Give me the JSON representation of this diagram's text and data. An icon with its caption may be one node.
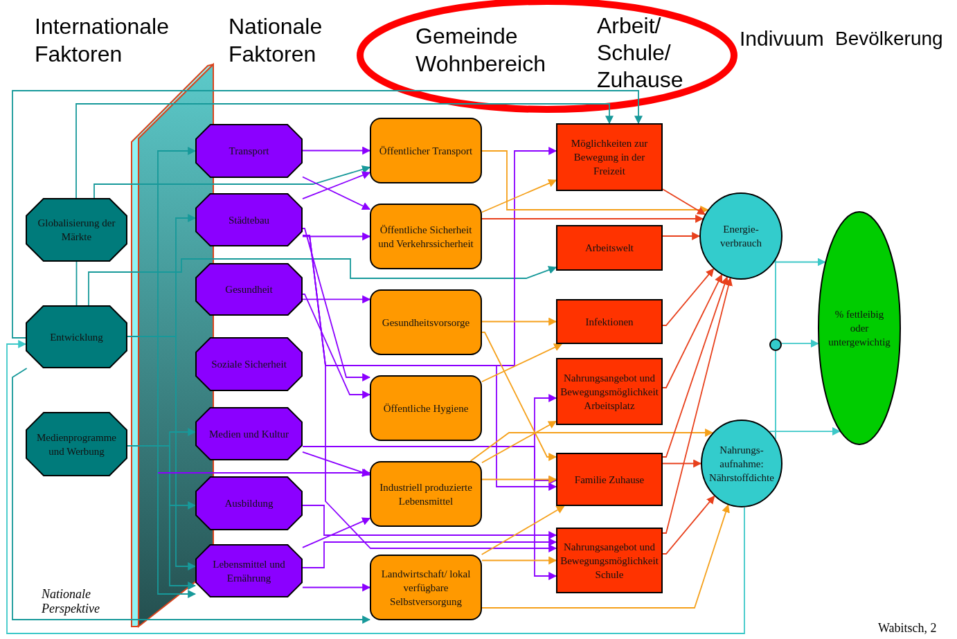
{
  "diagram": {
    "nodes": [
      {
        "text": [
          "Globalisierung der Märkte"
        ]
      },
      {
        "text": [
          "Entwicklung"
        ]
      },
      {
        "text": [
          "Medienprogramme und Werbung"
        ]
      },
      {
        "text": [
          "Transport"
        ]
      },
      {
        "text": [
          "Städtebau"
        ]
      },
      {
        "text": [
          "Gesundheit"
        ]
      },
      {
        "text": [
          "Soziale Sicherheit"
        ]
      },
      {
        "text": [
          "Medien und Kultur"
        ]
      },
      {
        "text": [
          "Ausbildung"
        ]
      },
      {
        "text": [
          "Lebensmittel und Ernährung"
        ]
      },
      {
        "text": [
          "Öffentlicher Transport"
        ]
      },
      {
        "text": [
          "Öffentliche Sicherheit und Verkehrssicherheit"
        ]
      },
      {
        "text": [
          "Gesundheitsvorsorge"
        ]
      },
      {
        "text": [
          "Öffentliche Hygiene"
        ]
      },
      {
        "text": [
          "Industriell produzierte Lebensmittel"
        ]
      },
      {
        "text": [
          "Landwirtschaft/ lokal verfügbare Selbstversorgung"
        ]
      },
      {
        "text": [
          "Möglichkeiten zur Bewegung in der Freizeit"
        ]
      },
      {
        "text": [
          "Arbeitswelt"
        ]
      },
      {
        "text": [
          "Infektionen"
        ]
      },
      {
        "text": [
          "Nahrungsangebot und Bewegungsmöglichkeit Arbeitsplatz"
        ]
      },
      {
        "text": [
          "Familie Zuhause"
        ]
      },
      {
        "text": [
          "Nahrungsangebot und Bewegungsmöglichkeit Schule"
        ]
      },
      {
        "text": [
          "Energie- verbrauch"
        ]
      },
      {
        "text": [],
        "shape": "circle"
      },
      {
        "text": [
          "Nahrungs- aufnahme: Nährstoffdichte"
        ]
      },
      {
        "text": [
          "% fettleibig oder untergewichtig"
        ]
      }
    ],
    "edges": [
      {
        "from": 0,
        "to": 16,
        "arrow": "to",
        "color": "#17999a"
      },
      {
        "from": 1,
        "to": 16,
        "arrow": "to",
        "color": "#17999a"
      },
      {
        "from": 0,
        "to": 10,
        "arrow": "to",
        "color": "#17999a"
      },
      {
        "from": 0,
        "to": 1,
        "arrow": "none",
        "color": "#17999a"
      },
      {
        "from": 1,
        "to": 17,
        "arrow": "to",
        "color": "#17999a"
      },
      {
        "from": 1,
        "to": 3,
        "arrow": "to",
        "color": "#17999a"
      },
      {
        "from": 1,
        "to": 4,
        "arrow": "to",
        "color": "#17999a"
      },
      {
        "from": 1,
        "to": 9,
        "arrow": "to",
        "color": "#17999a"
      },
      {
        "from": 1,
        "to": 9,
        "arrow": "to",
        "color": "#17999a"
      },
      {
        "from": 2,
        "to": 7,
        "arrow": "to",
        "color": "#17999a"
      },
      {
        "from": 2,
        "to": 8,
        "arrow": "to",
        "color": "#17999a"
      },
      {
        "from": 2,
        "to": 9,
        "arrow": "to",
        "color": "#17999a"
      },
      {
        "from": 1,
        "to": 15,
        "arrow": "to",
        "color": "#17999a"
      },
      {
        "from": 3,
        "to": 10,
        "arrow": "to"
      },
      {
        "from": 3,
        "to": 11,
        "arrow": "to"
      },
      {
        "from": 4,
        "to": 10,
        "arrow": "to"
      },
      {
        "from": 4,
        "to": 11,
        "arrow": "to"
      },
      {
        "from": 4,
        "to": 13,
        "arrow": "to"
      },
      {
        "from": 5,
        "to": 12,
        "arrow": "to"
      },
      {
        "from": 5,
        "to": 13,
        "arrow": "to"
      },
      {
        "from": 7,
        "to": 14,
        "arrow": "to"
      },
      {
        "from": 7,
        "to": 19,
        "arrow": "to"
      },
      {
        "from": 7,
        "to": 20,
        "arrow": "to"
      },
      {
        "from": 7,
        "to": 21,
        "arrow": "to"
      },
      {
        "from": null,
        "to": 14,
        "arrow": "to"
      },
      {
        "from": 8,
        "to": 21,
        "arrow": "to"
      },
      {
        "from": 9,
        "to": 14,
        "arrow": "to"
      },
      {
        "from": 9,
        "to": 15,
        "arrow": "to"
      },
      {
        "from": 9,
        "to": 21,
        "arrow": "to"
      },
      {
        "from": 4,
        "to": 16,
        "arrow": "to"
      },
      {
        "from": 4,
        "to": 20,
        "arrow": "to"
      },
      {
        "from": 4,
        "to": 21,
        "arrow": "to"
      },
      {
        "from": 10,
        "to": 22,
        "arrow": "to",
        "color": "#f5a01a"
      },
      {
        "from": 11,
        "to": 16,
        "arrow": "to",
        "color": "#f5a01a"
      },
      {
        "from": 11,
        "to": 22,
        "arrow": "to",
        "color": "#e8401c"
      },
      {
        "from": 12,
        "to": 18,
        "arrow": "to",
        "color": "#f5a01a"
      },
      {
        "from": 12,
        "to": 20,
        "arrow": "to",
        "color": "#f5a01a"
      },
      {
        "from": 13,
        "to": 18,
        "arrow": "to",
        "color": "#f5a01a"
      },
      {
        "from": 14,
        "to": 19,
        "arrow": "to",
        "color": "#f5a01a"
      },
      {
        "from": 14,
        "to": 24,
        "arrow": "to",
        "color": "#f5a01a"
      },
      {
        "from": 14,
        "to": 20,
        "arrow": "to",
        "color": "#f5a01a"
      },
      {
        "from": 15,
        "to": 20,
        "arrow": "to",
        "color": "#f5a01a"
      },
      {
        "from": 15,
        "to": 21,
        "arrow": "to",
        "color": "#f5a01a"
      },
      {
        "from": 15,
        "to": 24,
        "arrow": "to",
        "color": "#f5a01a"
      },
      {
        "from": 16,
        "to": 22,
        "arrow": "to",
        "color": "#e8401c"
      },
      {
        "from": 17,
        "to": 22,
        "arrow": "to",
        "color": "#e8401c"
      },
      {
        "from": 18,
        "to": 22,
        "arrow": "to",
        "color": "#e8401c"
      },
      {
        "from": 19,
        "to": 22,
        "arrow": "to",
        "color": "#e8401c"
      },
      {
        "from": 20,
        "to": 22,
        "arrow": "to",
        "color": "#e8401c"
      },
      {
        "from": 21,
        "to": 22,
        "arrow": "to",
        "color": "#e8401c"
      },
      {
        "from": 20,
        "to": 24,
        "arrow": "to",
        "color": "#e8401c"
      },
      {
        "from": 21,
        "to": 24,
        "arrow": "to",
        "color": "#e8401c"
      },
      {
        "from": 22,
        "to": 25,
        "arrow": "to",
        "color": "#3cc8c8"
      },
      {
        "from": 22,
        "to": 23,
        "arrow": "none",
        "color": "#3cc8c8"
      },
      {
        "from": 24,
        "to": 23,
        "arrow": "none",
        "color": "#3cc8c8"
      },
      {
        "from": 23,
        "to": 25,
        "arrow": "to",
        "color": "#3cc8c8"
      },
      {
        "from": 24,
        "to": 25,
        "arrow": "to",
        "color": "#3cc8c8"
      },
      {
        "from": 24,
        "to": 1,
        "arrow": "to",
        "color": "#3cc8c8"
      }
    ],
    "labels": [
      "Internationale Faktoren",
      "Nationale Faktoren",
      "Gemeinde Wohnbereich",
      "Arbeit/ Schule/ Zuhause",
      "Indivuum",
      "Bevölkerung",
      "Nationale Perspektive",
      "Wabitsch, 2"
    ]
  }
}
